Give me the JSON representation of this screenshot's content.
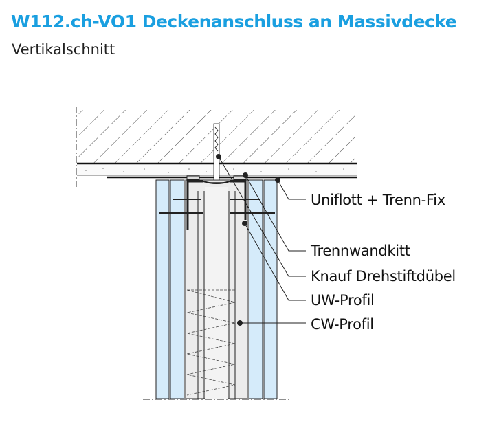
{
  "title": "W112.ch-VO1 Deckenanschluss an Massivdecke",
  "subtitle": "Vertikalschnitt",
  "labels": {
    "uniflott": "Uniflott + Trenn-Fix",
    "trennwandkitt": "Trennwandkitt",
    "duebel": "Knauf Drehstiftdübel",
    "uw_profil": "UW-Profil",
    "cw_profil": "CW-Profil"
  },
  "colors": {
    "title": "#1a9fe0",
    "board": "#d5ebfa",
    "core": "#ececec"
  }
}
